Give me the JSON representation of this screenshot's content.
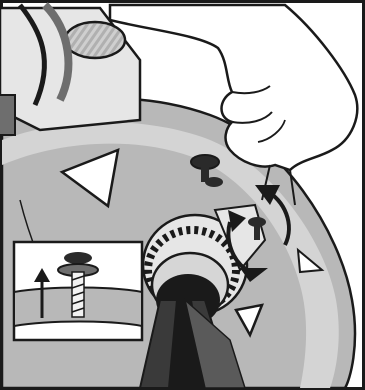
{
  "illustration": {
    "kind": "technical instruction illustration",
    "colors": {
      "outline": "#1a1a1a",
      "light_gray": "#e6e6e6",
      "mid_gray": "#b5b5b5",
      "dark_gray": "#6e6e6e",
      "near_black": "#2a2a2a",
      "glove": "#ffffff"
    },
    "icons": [
      "gloved-hand",
      "wing-bolt",
      "rotation-arrow",
      "up-arrow"
    ]
  }
}
